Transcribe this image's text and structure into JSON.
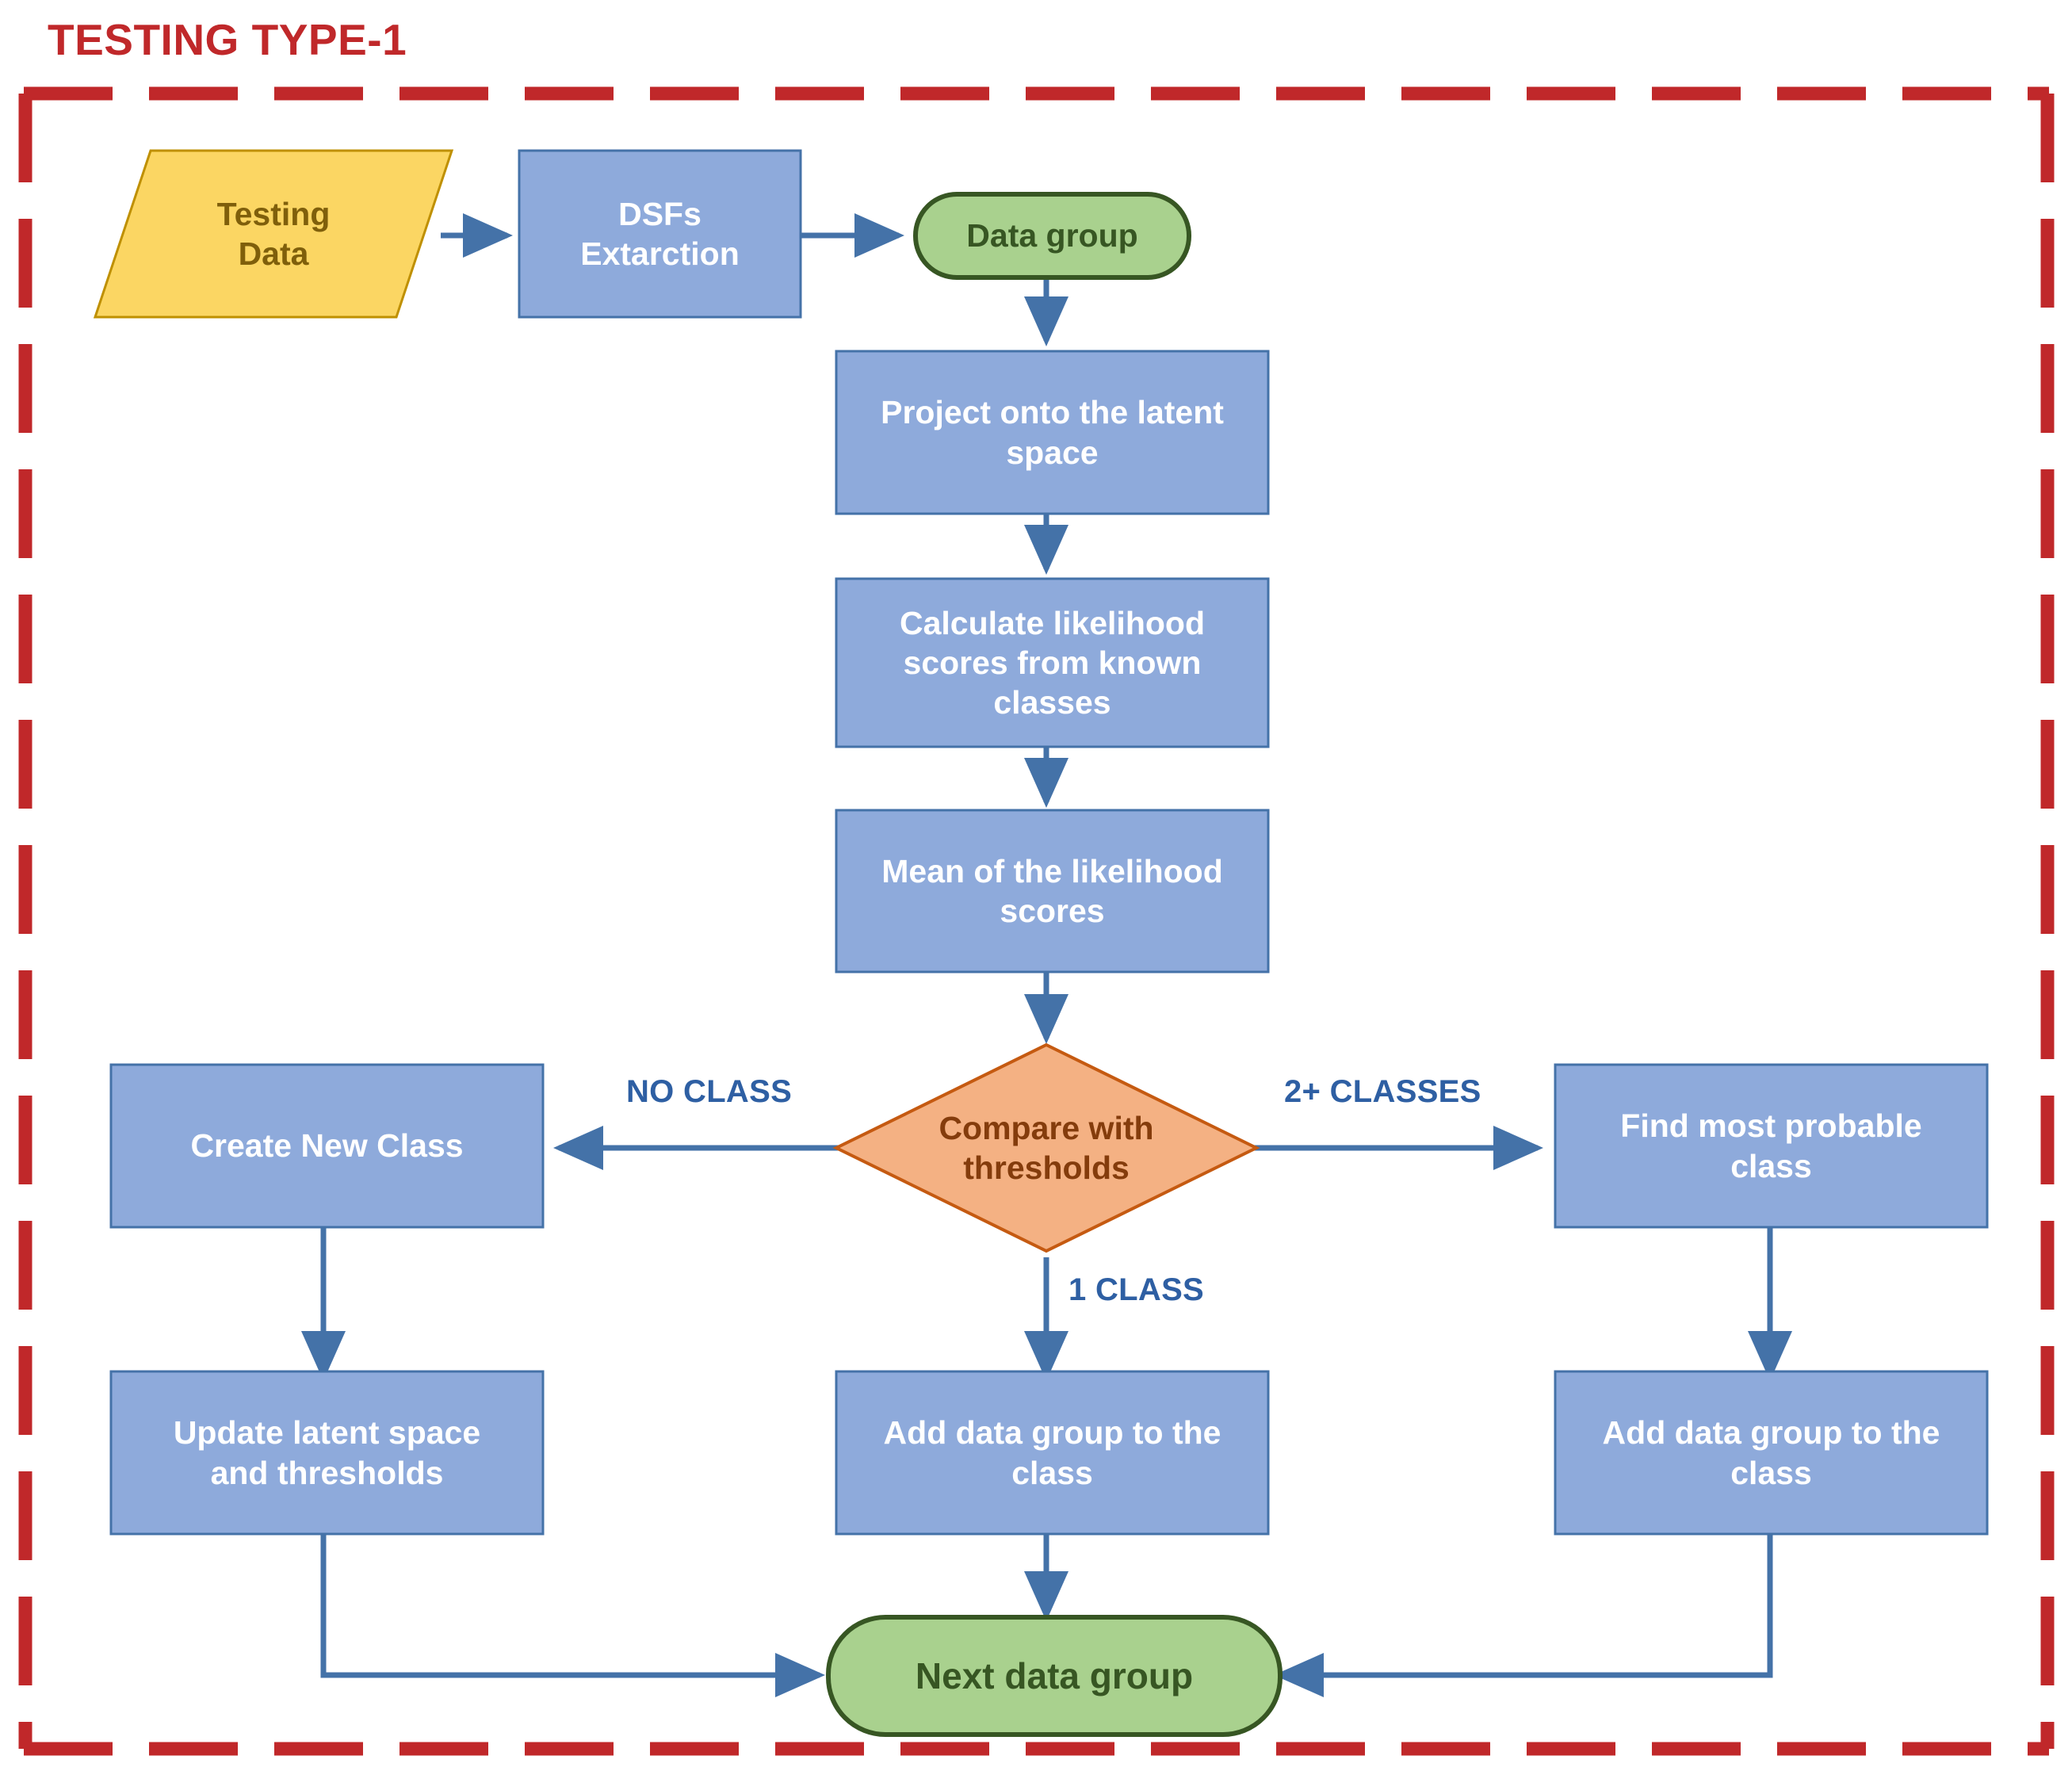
{
  "diagram": {
    "title": "TESTING TYPE-1",
    "frame_color": "#C0282A",
    "colors": {
      "process_fill": "#8EAADB",
      "process_stroke": "#4472A8",
      "process_text": "#FFFFFF",
      "data_fill": "#FBD663",
      "data_stroke": "#BF9000",
      "data_text": "#7F5F0B",
      "terminator_fill": "#A9D18E",
      "terminator_stroke": "#375623",
      "terminator_text": "#375623",
      "decision_fill": "#F4B183",
      "decision_stroke": "#C55A11",
      "decision_text": "#843C0C",
      "arrow": "#4472A8",
      "edge_label": "#2E5FA3",
      "frame": "#C0282A"
    },
    "nodes": [
      {
        "id": "testing-data",
        "shape": "parallelogram",
        "label": "Testing\nData"
      },
      {
        "id": "dsfs-extraction",
        "shape": "process",
        "label": "DSFs\nExtarction"
      },
      {
        "id": "data-group",
        "shape": "terminator",
        "label": "Data group"
      },
      {
        "id": "project-latent",
        "shape": "process",
        "label": "Project onto the latent\nspace"
      },
      {
        "id": "calc-likelihood",
        "shape": "process",
        "label": "Calculate likelihood\nscores from known\nclasses"
      },
      {
        "id": "mean-likelihood",
        "shape": "process",
        "label": "Mean of the likelihood\nscores"
      },
      {
        "id": "compare-thresholds",
        "shape": "decision",
        "label": "Compare with\nthresholds"
      },
      {
        "id": "create-new-class",
        "shape": "process",
        "label": "Create New Class"
      },
      {
        "id": "find-most-probable",
        "shape": "process",
        "label": "Find most probable\nclass"
      },
      {
        "id": "update-latent",
        "shape": "process",
        "label": "Update latent space\nand thresholds"
      },
      {
        "id": "add-class-center",
        "shape": "process",
        "label": "Add data group to the\nclass"
      },
      {
        "id": "add-class-right",
        "shape": "process",
        "label": "Add data group to the\nclass"
      },
      {
        "id": "next-data-group",
        "shape": "terminator",
        "label": "Next data group"
      }
    ],
    "edge_labels": [
      {
        "id": "no-class",
        "text": "NO CLASS"
      },
      {
        "id": "two-classes",
        "text": "2+ CLASSES"
      },
      {
        "id": "one-class",
        "text": "1 CLASS"
      }
    ]
  }
}
